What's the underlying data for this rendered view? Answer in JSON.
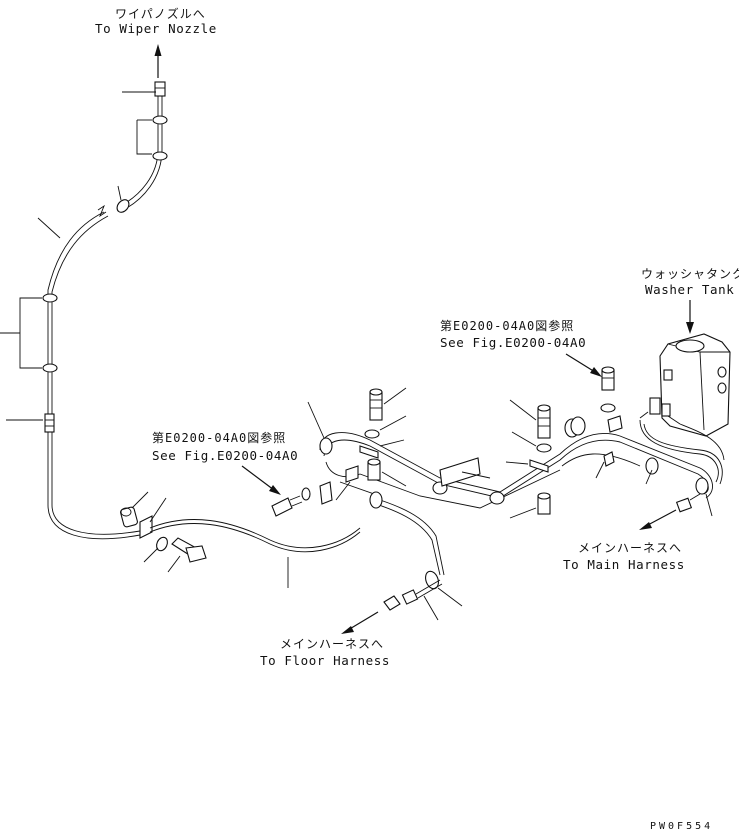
{
  "labels": {
    "wiper_nozzle_jp": "ワイパノズルへ",
    "wiper_nozzle_en": "To Wiper Nozzle",
    "washer_tank_jp": "ウォッシャタンク",
    "washer_tank_en": "Washer Tank",
    "fig_ref_right_jp": "第E0200-04A0図参照",
    "fig_ref_right_en": "See Fig.E0200-04A0",
    "fig_ref_left_jp": "第E0200-04A0図参照",
    "fig_ref_left_en": "See Fig.E0200-04A0",
    "main_harness_jp": "メインハーネスへ",
    "main_harness_en": "To Main Harness",
    "floor_harness_jp": "メインハーネスへ",
    "floor_harness_en": "To Floor Harness",
    "drawing_code": "PW0F554"
  }
}
